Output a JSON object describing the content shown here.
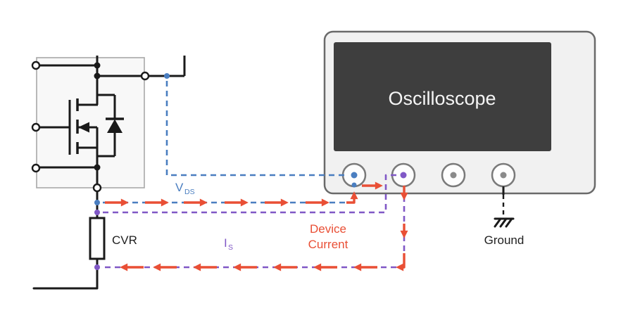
{
  "colors": {
    "blue": "#4a7ec0",
    "purple": "#8058c6",
    "red": "#e94f35",
    "wire": "#1a1a1a",
    "scope_body": "#f1f1f1",
    "scope_border": "#6a6a6a",
    "screen": "#3e3e3e",
    "screen_text": "#f5f5f5",
    "dut_fill": "#f8f8f8",
    "dut_border": "#a8a8a8",
    "connector_border": "#7a7a7a"
  },
  "oscilloscope": {
    "label": "Oscilloscope",
    "ground_label": "Ground",
    "connectors": [
      {
        "name": "channel-1-vds",
        "dot_color": "#4a7ec0"
      },
      {
        "name": "channel-2-is",
        "dot_color": "#8058c6"
      },
      {
        "name": "channel-3",
        "dot_color": "#8a8a8a"
      },
      {
        "name": "channel-4-ground",
        "dot_color": "#8a8a8a"
      }
    ]
  },
  "circuit": {
    "dut_symbol": "n-mosfet-with-body-diode",
    "cvr_label": "CVR",
    "vds_label": {
      "main": "V",
      "sub": "DS"
    },
    "is_label": {
      "main": "I",
      "sub": "S"
    },
    "device_current_label": {
      "line1": "Device",
      "line2": "Current"
    }
  }
}
